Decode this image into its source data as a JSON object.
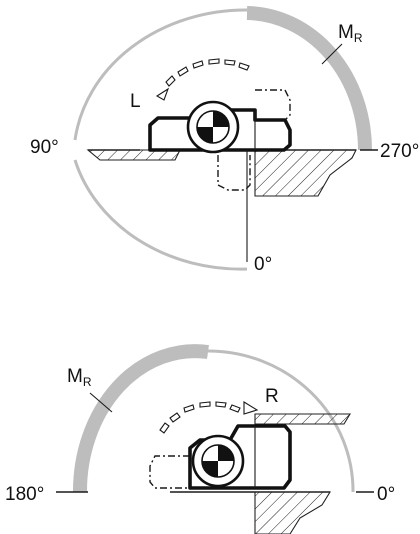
{
  "top": {
    "label_rotation": "L",
    "label_moment": "M",
    "label_moment_sub": "R",
    "angle_left": "90°",
    "angle_right": "270°",
    "angle_bottom": "0°"
  },
  "bottom": {
    "label_rotation": "R",
    "label_moment": "M",
    "label_moment_sub": "R",
    "angle_left": "180°",
    "angle_right": "0°"
  },
  "colors": {
    "arc": "#bdbdbd",
    "outline": "#111111"
  }
}
